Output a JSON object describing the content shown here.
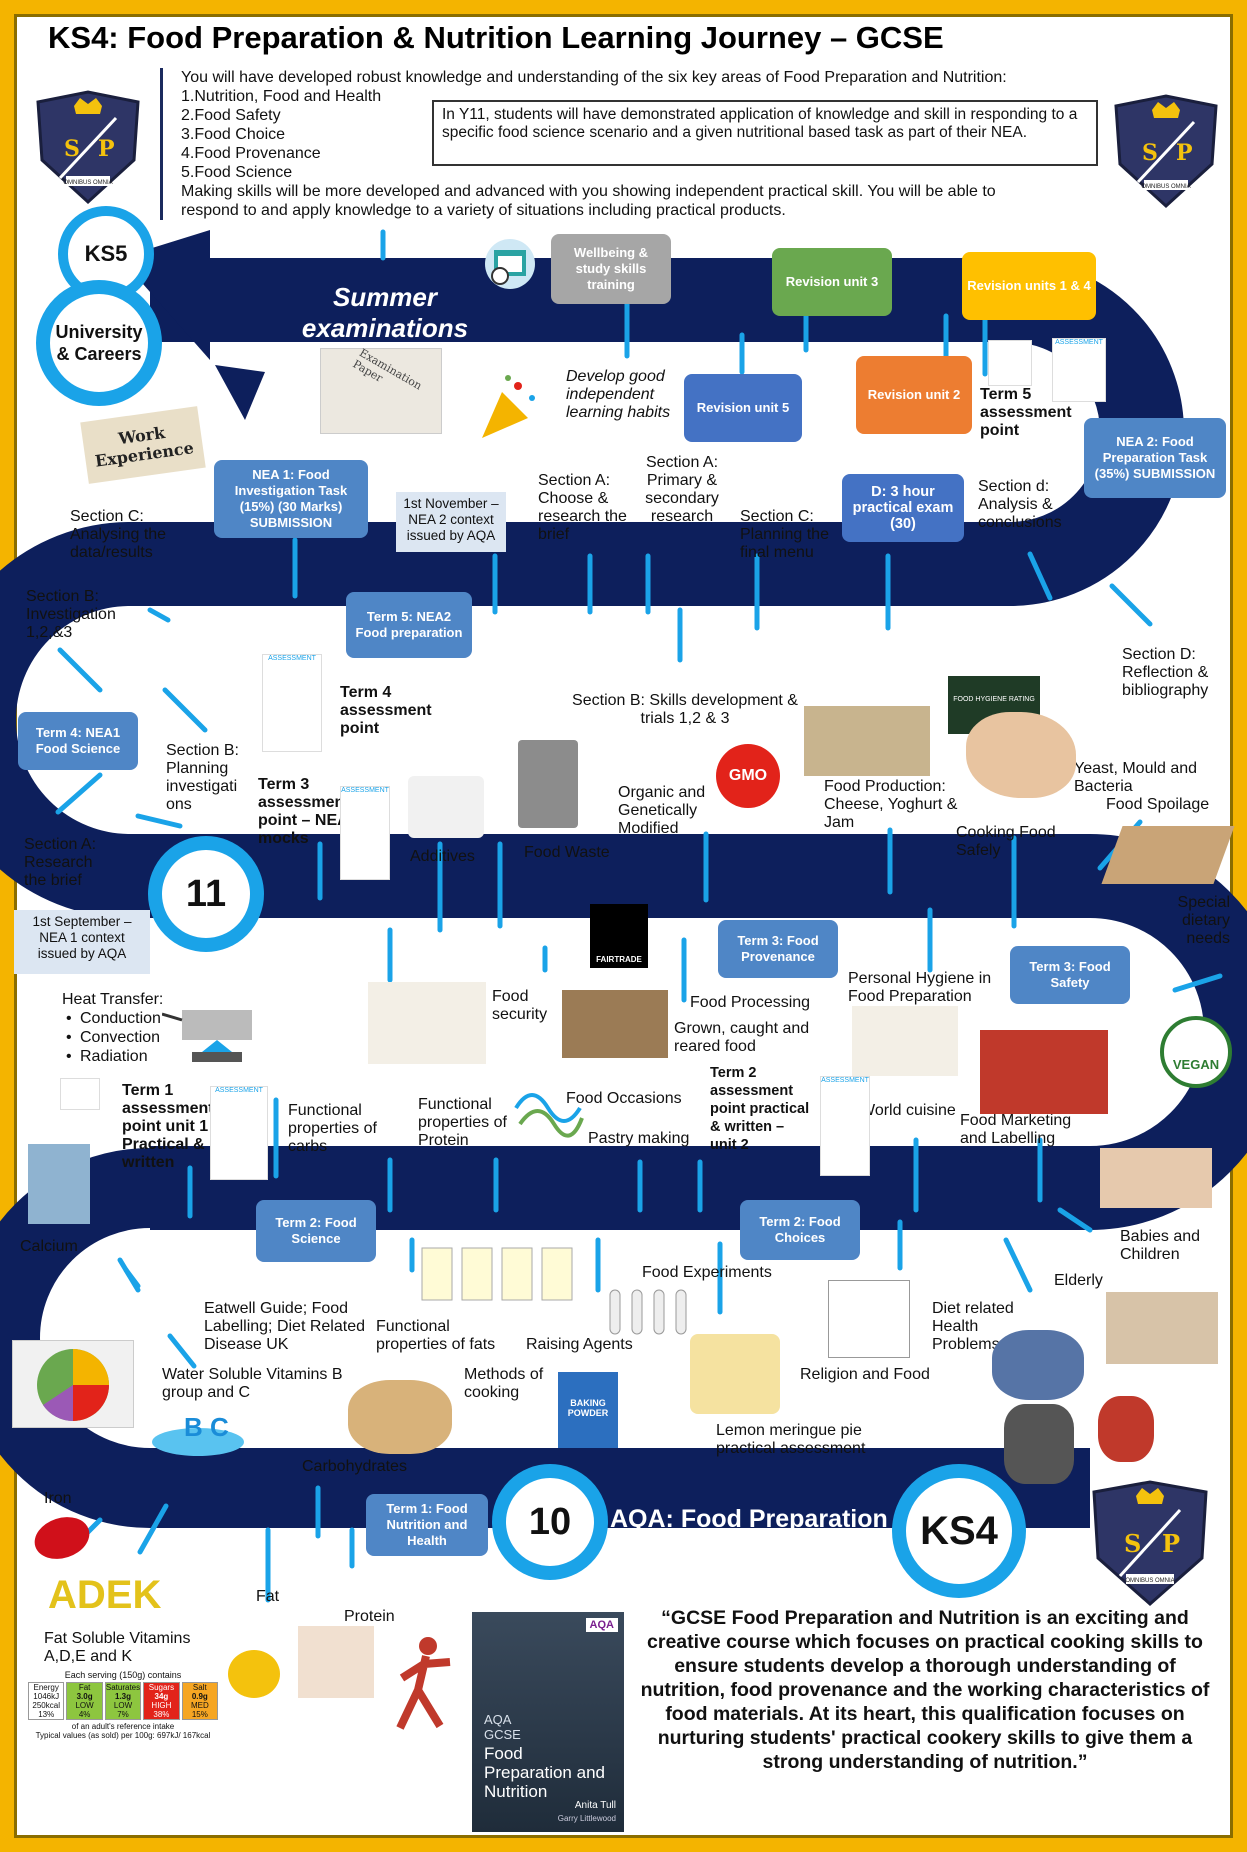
{
  "title": "KS4: Food Preparation & Nutrition Learning Journey – GCSE",
  "intro": {
    "lines": [
      "You will have developed robust knowledge and understanding of the six key areas of Food Preparation and Nutrition:",
      "1.Nutrition, Food and Health",
      "2.Food Safety",
      "3.Food Choice",
      "4.Food Provenance",
      "5.Food Science",
      "Making skills will be more developed and advanced with you showing independent practical skill.  You will be able to",
      "respond to and apply knowledge to a variety of situations including practical products."
    ],
    "y11_note": "In Y11, students will have demonstrated application of knowledge and skill in responding to a specific food science scenario and a given nutritional based task as part of their NEA."
  },
  "circles": {
    "ks5": "KS5",
    "university": "University & Careers",
    "year11": "11",
    "year10": "10",
    "ks4": "KS4"
  },
  "road_labels": {
    "summer": "Summer examinations",
    "aqa": "AQA: Food Preparation and Nutrition"
  },
  "boxes": {
    "wellbeing": "Wellbeing & study skills training",
    "revision3": "Revision unit 3",
    "revision14": "Revision units 1 & 4",
    "revision5": "Revision unit 5",
    "revision2": "Revision unit 2",
    "nea2": "NEA 2: Food Preparation Task (35%) SUBMISSION",
    "nea1": "NEA 1: Food Investigation Task (15%) (30 Marks) SUBMISSION",
    "practical_exam": "D: 3 hour practical exam (30)",
    "term5": "Term 5: NEA2 Food preparation",
    "term4": "Term 4: NEA1 Food Science",
    "term3_prov": "Term 3: Food Provenance",
    "term3_safety": "Term 3: Food Safety",
    "term2_science": "Term 2: Food Science",
    "term2_choices": "Term 2: Food Choices",
    "term1": "Term 1: Food Nutrition and Health"
  },
  "notes": {
    "nov": "1st November – NEA 2 context issued by AQA",
    "sep": "1st September – NEA 1 context issued by AQA"
  },
  "labels": {
    "develop_habits": "Develop good independent learning habits",
    "term5_point": "Term 5 assessment point",
    "section_a_choose": "Section A: Choose & research the brief",
    "section_a_primary": "Section A: Primary & secondary research",
    "section_c_plan": "Section C: Planning the final menu",
    "section_d_analysis": "Section d: Analysis & conclusions",
    "section_c_analyse": "Section C: Analysing the data/results",
    "section_b_invest": "Section B: Investigation 1,2,&3",
    "section_d_reflect": "Section D: Reflection & bibliography",
    "term4_point": "Term 4 assessment point",
    "section_b_skills": "Section B: Skills development & trials 1,2 & 3",
    "section_b_plan": "Section B: Planning investigati ons",
    "term3_point": "Term 3 assessment point – NEA mocks",
    "section_a_research": "Section A: Research the brief",
    "additives": "Additives",
    "food_waste": "Food Waste",
    "organic_gm": "Organic and Genetically Modified",
    "food_production": "Food Production: Cheese, Yoghurt & Jam",
    "yeast": "Yeast, Mould and Bacteria",
    "food_spoilage": "Food Spoilage",
    "cooking_safely": "Cooking Food Safely",
    "special_diet": "Special dietary needs",
    "heat_transfer": "Heat Transfer:",
    "heat_items": [
      "Conduction",
      "Convection",
      "Radiation"
    ],
    "food_security": "Food security",
    "food_processing": "Food Processing",
    "grown": "Grown, caught and reared food",
    "personal_hygiene": "Personal Hygiene in Food Preparation",
    "term1_point": "Term 1 assessment point unit 1 Practical & written",
    "functional_carbs": "Functional properties of carbs",
    "functional_protein": "Functional properties of Protein",
    "food_occasions": "Food Occasions",
    "pastry": "Pastry making",
    "term2_point": "Term 2 assessment point practical & written – unit 2",
    "world_cuisine": "World cuisine",
    "marketing": "Food Marketing and Labelling",
    "calcium": "Calcium",
    "eatwell": "Eatwell Guide; Food Labelling; Diet Related Disease UK",
    "functional_fats": "Functional properties of fats",
    "raising_agents": "Raising Agents",
    "food_experiments": "Food Experiments",
    "babies": "Babies and Children",
    "elderly": "Elderly",
    "diet_related": "Diet related Health Problems",
    "water_soluble": "Water Soluble  Vitamins B group and C",
    "methods_cooking": "Methods of cooking",
    "religion": "Religion and Food",
    "carbohydrates": "Carbohydrates",
    "lemon": "Lemon meringue pie practical assessment",
    "iron": "Iron",
    "fat": "Fat",
    "protein": "Protein",
    "fat_soluble": "Fat Soluble Vitamins A,D,E and K"
  },
  "images": {
    "work_experience": "Work Experience",
    "exam_paper": "Examination Paper",
    "fairtrade": "FAIRTRADE",
    "gmo": "GMO",
    "vegan": "VEGAN",
    "baking_powder": "BAKING POWDER",
    "hygiene_rating": "FOOD HYGIENE RATING",
    "assessment": "ASSESSMENT"
  },
  "nutrition_label": {
    "header": "Each serving (150g) contains",
    "cells": [
      {
        "name": "Energy",
        "value": "1046kJ 250kcal",
        "pct": "13%",
        "color": "#ffffff"
      },
      {
        "name": "Fat",
        "value": "3.0g",
        "level": "LOW",
        "pct": "4%",
        "color": "#8dc63f"
      },
      {
        "name": "Saturates",
        "value": "1.3g",
        "level": "LOW",
        "pct": "7%",
        "color": "#8dc63f"
      },
      {
        "name": "Sugars",
        "value": "34g",
        "level": "HIGH",
        "pct": "38%",
        "color": "#e2231a"
      },
      {
        "name": "Salt",
        "value": "0.9g",
        "level": "MED",
        "pct": "15%",
        "color": "#f6a623"
      }
    ],
    "footer1": "of an adult's reference intake",
    "footer2": "Typical values (as sold) per 100g: 697kJ/ 167kcal"
  },
  "book": {
    "brand": "AQA",
    "line1": "AQA",
    "line2": "GCSE",
    "title": "Food Preparation and Nutrition",
    "author": "Anita Tull",
    "coauthor": "Garry Littlewood"
  },
  "shield": {
    "left": "S",
    "right": "P",
    "motto": "OMNIBUS OMNIA"
  },
  "quote": "“GCSE Food Preparation and Nutrition is an exciting and creative course which focuses on practical cooking skills to ensure students develop a thorough understanding of nutrition, food provenance and the working characteristics of food materials. At its heart, this qualification focuses on nurturing students' practical cookery skills to give them a strong understanding of nutrition.”",
  "colors": {
    "road": "#0d1f5c",
    "accent_circle": "#1aa3e8",
    "frame": "#f4b400",
    "term_box": "#4f86c6"
  }
}
